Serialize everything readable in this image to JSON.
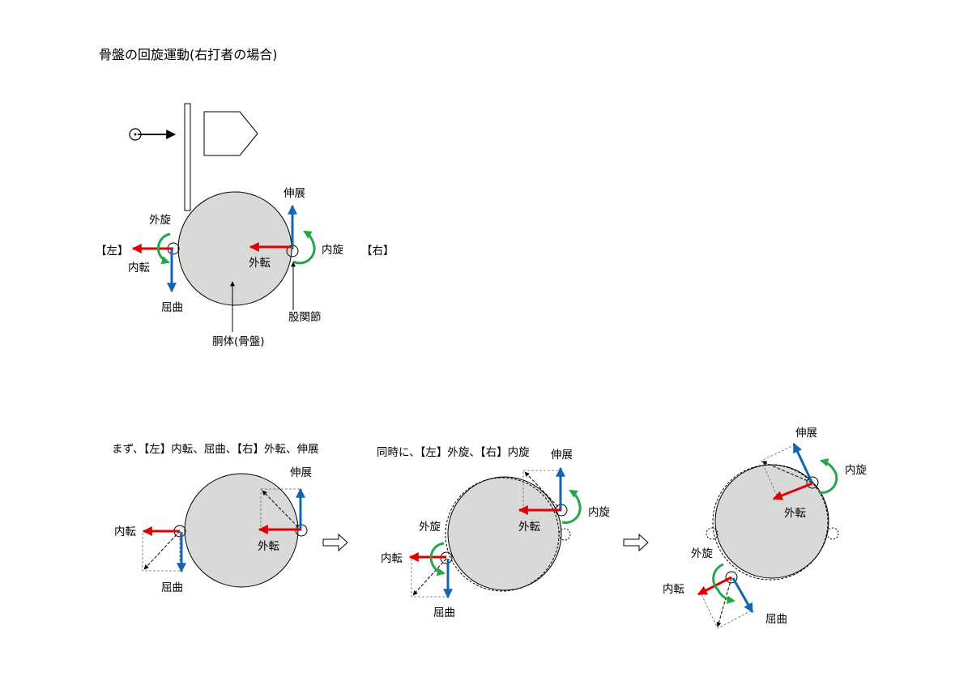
{
  "title": "骨盤の回旋運動(右打者の場合)",
  "colors": {
    "red": "#e00000",
    "blue": "#1464b4",
    "green": "#22a84a",
    "body_fill": "#d9d9d9"
  },
  "top": {
    "left_side": "【左】",
    "right_side": "【右】",
    "gaisen": "外旋",
    "naiten": "内転",
    "kukkyoku": "屈曲",
    "shinten": "伸展",
    "gaiten": "外転",
    "naisen": "内旋",
    "hip_joint": "股関節",
    "torso": "胴体(骨盤)"
  },
  "steps": [
    {
      "caption": "まず、【左】内転、屈曲、【右】外転、伸展",
      "left_labels": {
        "adduction": "内転",
        "flexion": "屈曲"
      },
      "right_labels": {
        "extension": "伸展",
        "abduction": "外転"
      }
    },
    {
      "caption": "同時に、【左】外旋、【右】内旋",
      "left_labels": {
        "external_rotation": "外旋",
        "adduction": "内転",
        "flexion": "屈曲"
      },
      "right_labels": {
        "extension": "伸展",
        "internal_rotation": "内旋",
        "abduction": "外転"
      }
    },
    {
      "caption": "",
      "left_labels": {
        "external_rotation": "外旋",
        "adduction": "内転",
        "flexion": "屈曲"
      },
      "right_labels": {
        "extension": "伸展",
        "internal_rotation": "内旋",
        "abduction": "外転"
      }
    }
  ],
  "next_arrow": "⇨"
}
